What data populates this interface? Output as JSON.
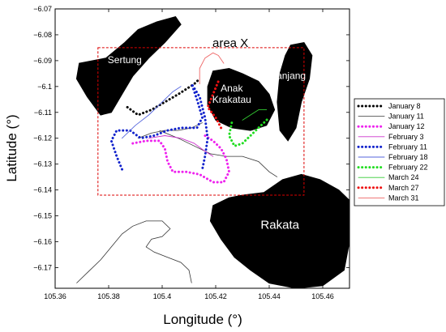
{
  "chart_data": {
    "type": "line",
    "xlabel": "Longitude (°)",
    "ylabel": "Latitude (°)",
    "xlim": [
      105.36,
      105.47
    ],
    "ylim": [
      -6.178,
      -6.07
    ],
    "x_ticks": [
      "105.36",
      "105.38",
      "105.4",
      "105.42",
      "105.44",
      "105.46"
    ],
    "y_ticks": [
      "−6.07",
      "−6.08",
      "−6.09",
      "−6.1",
      "−6.11",
      "−6.12",
      "−6.13",
      "−6.14",
      "−6.15",
      "−6.16",
      "−6.17"
    ],
    "x_tick_values": [
      105.36,
      105.38,
      105.4,
      105.42,
      105.44,
      105.46
    ],
    "y_tick_values": [
      -6.07,
      -6.08,
      -6.09,
      -6.1,
      -6.11,
      -6.12,
      -6.13,
      -6.14,
      -6.15,
      -6.16,
      -6.17
    ],
    "area_label": "area X",
    "area_box": {
      "lon": [
        105.376,
        105.453
      ],
      "lat": [
        -6.142,
        -6.085
      ]
    },
    "islands": [
      {
        "name": "Sertung",
        "points": [
          [
            105.369,
            -6.091
          ],
          [
            105.379,
            -6.089
          ],
          [
            105.386,
            -6.083
          ],
          [
            105.391,
            -6.078
          ],
          [
            105.398,
            -6.075
          ],
          [
            105.405,
            -6.073
          ],
          [
            105.407,
            -6.076
          ],
          [
            105.401,
            -6.083
          ],
          [
            105.395,
            -6.089
          ],
          [
            105.389,
            -6.096
          ],
          [
            105.385,
            -6.103
          ],
          [
            105.381,
            -6.11
          ],
          [
            105.377,
            -6.111
          ],
          [
            105.372,
            -6.104
          ],
          [
            105.368,
            -6.097
          ]
        ]
      },
      {
        "name": "Anak Krakatau",
        "points": [
          [
            105.419,
            -6.094
          ],
          [
            105.425,
            -6.093
          ],
          [
            105.43,
            -6.095
          ],
          [
            105.436,
            -6.098
          ],
          [
            105.44,
            -6.103
          ],
          [
            105.442,
            -6.109
          ],
          [
            105.439,
            -6.115
          ],
          [
            105.433,
            -6.117
          ],
          [
            105.426,
            -6.116
          ],
          [
            105.42,
            -6.113
          ],
          [
            105.417,
            -6.107
          ],
          [
            105.417,
            -6.1
          ]
        ]
      },
      {
        "name": "Panjang",
        "points": [
          [
            105.448,
            -6.084
          ],
          [
            105.453,
            -6.083
          ],
          [
            105.456,
            -6.088
          ],
          [
            105.455,
            -6.097
          ],
          [
            105.452,
            -6.106
          ],
          [
            105.45,
            -6.116
          ],
          [
            105.447,
            -6.121
          ],
          [
            105.444,
            -6.117
          ],
          [
            105.443,
            -6.106
          ],
          [
            105.444,
            -6.095
          ],
          [
            105.446,
            -6.088
          ]
        ]
      },
      {
        "name": "Rakata",
        "points": [
          [
            105.419,
            -6.146
          ],
          [
            105.425,
            -6.143
          ],
          [
            105.43,
            -6.142
          ],
          [
            105.438,
            -6.141
          ],
          [
            105.445,
            -6.136
          ],
          [
            105.452,
            -6.134
          ],
          [
            105.459,
            -6.136
          ],
          [
            105.466,
            -6.14
          ],
          [
            105.47,
            -6.144
          ],
          [
            105.47,
            -6.16
          ],
          [
            105.468,
            -6.171
          ],
          [
            105.46,
            -6.177
          ],
          [
            105.45,
            -6.178
          ],
          [
            105.44,
            -6.176
          ],
          [
            105.433,
            -6.171
          ],
          [
            105.427,
            -6.166
          ],
          [
            105.422,
            -6.159
          ],
          [
            105.418,
            -6.152
          ]
        ]
      }
    ],
    "coastlines": [
      [
        [
          105.368,
          -6.176
        ],
        [
          105.372,
          -6.172
        ],
        [
          105.377,
          -6.167
        ],
        [
          105.381,
          -6.162
        ],
        [
          105.385,
          -6.157
        ],
        [
          105.389,
          -6.154
        ],
        [
          105.394,
          -6.152
        ],
        [
          105.4,
          -6.152
        ],
        [
          105.403,
          -6.155
        ],
        [
          105.4,
          -6.158
        ],
        [
          105.396,
          -6.159
        ],
        [
          105.394,
          -6.162
        ],
        [
          105.397,
          -6.164
        ],
        [
          105.402,
          -6.166
        ],
        [
          105.407,
          -6.168
        ],
        [
          105.41,
          -6.171
        ],
        [
          105.411,
          -6.176
        ]
      ],
      [
        [
          105.399,
          -6.117
        ],
        [
          105.406,
          -6.12
        ],
        [
          105.412,
          -6.123
        ],
        [
          105.418,
          -6.126
        ],
        [
          105.424,
          -6.127
        ],
        [
          105.43,
          -6.127
        ],
        [
          105.436,
          -6.129
        ],
        [
          105.44,
          -6.133
        ],
        [
          105.443,
          -6.135
        ]
      ]
    ],
    "series": [
      {
        "name": "January  8",
        "color": "#000000",
        "style": "dotted",
        "points": [
          [
            105.387,
            -6.108
          ],
          [
            105.391,
            -6.111
          ],
          [
            105.396,
            -6.109
          ],
          [
            105.401,
            -6.106
          ],
          [
            105.406,
            -6.103
          ],
          [
            105.409,
            -6.101
          ],
          [
            105.412,
            -6.099
          ],
          [
            105.414,
            -6.097
          ]
        ]
      },
      {
        "name": "January 11",
        "color": "#555555",
        "style": "solid",
        "points": [
          [
            105.391,
            -6.12
          ],
          [
            105.396,
            -6.118
          ],
          [
            105.401,
            -6.117
          ],
          [
            105.406,
            -6.117
          ],
          [
            105.411,
            -6.116
          ],
          [
            105.415,
            -6.114
          ]
        ]
      },
      {
        "name": "January 12",
        "color": "#ee22ee",
        "style": "dotted",
        "points": [
          [
            105.389,
            -6.122
          ],
          [
            105.394,
            -6.121
          ],
          [
            105.399,
            -6.121
          ],
          [
            105.401,
            -6.124
          ],
          [
            105.402,
            -6.129
          ],
          [
            105.404,
            -6.133
          ],
          [
            105.409,
            -6.133
          ],
          [
            105.414,
            -6.134
          ],
          [
            105.419,
            -6.137
          ],
          [
            105.423,
            -6.137
          ],
          [
            105.425,
            -6.133
          ],
          [
            105.424,
            -6.128
          ],
          [
            105.422,
            -6.124
          ],
          [
            105.419,
            -6.121
          ],
          [
            105.416,
            -6.119
          ]
        ]
      },
      {
        "name": "February 3",
        "color": "#cc33cc",
        "style": "solid",
        "points": [
          [
            105.395,
            -6.12
          ],
          [
            105.401,
            -6.119
          ],
          [
            105.407,
            -6.12
          ],
          [
            105.412,
            -6.122
          ],
          [
            105.416,
            -6.125
          ],
          [
            105.419,
            -6.127
          ]
        ]
      },
      {
        "name": "February 11",
        "color": "#1122cc",
        "style": "dotted",
        "points": [
          [
            105.385,
            -6.132
          ],
          [
            105.383,
            -6.127
          ],
          [
            105.381,
            -6.121
          ],
          [
            105.383,
            -6.117
          ],
          [
            105.388,
            -6.117
          ],
          [
            105.392,
            -6.12
          ],
          [
            105.397,
            -6.119
          ],
          [
            105.402,
            -6.117
          ],
          [
            105.407,
            -6.116
          ],
          [
            105.413,
            -6.116
          ],
          [
            105.415,
            -6.112
          ],
          [
            105.413,
            -6.105
          ],
          [
            105.411,
            -6.099
          ],
          [
            105.414,
            -6.104
          ],
          [
            105.416,
            -6.112
          ],
          [
            105.417,
            -6.12
          ],
          [
            105.416,
            -6.127
          ],
          [
            105.415,
            -6.132
          ]
        ]
      },
      {
        "name": "February 18",
        "color": "#5566dd",
        "style": "solid",
        "points": [
          [
            105.385,
            -6.12
          ],
          [
            105.39,
            -6.115
          ],
          [
            105.395,
            -6.111
          ],
          [
            105.4,
            -6.106
          ],
          [
            105.404,
            -6.102
          ],
          [
            105.407,
            -6.1
          ]
        ]
      },
      {
        "name": "February 22",
        "color": "#22dd22",
        "style": "dotted",
        "points": [
          [
            105.426,
            -6.114
          ],
          [
            105.425,
            -6.119
          ],
          [
            105.427,
            -6.123
          ],
          [
            105.43,
            -6.122
          ],
          [
            105.433,
            -6.119
          ],
          [
            105.436,
            -6.116
          ],
          [
            105.438,
            -6.114
          ],
          [
            105.44,
            -6.112
          ]
        ]
      },
      {
        "name": "March 24",
        "color": "#33cc33",
        "style": "solid",
        "points": [
          [
            105.43,
            -6.113
          ],
          [
            105.433,
            -6.111
          ],
          [
            105.436,
            -6.109
          ],
          [
            105.439,
            -6.109
          ]
        ]
      },
      {
        "name": "March 27",
        "color": "#ee1111",
        "style": "dotted",
        "points": [
          [
            105.422,
            -6.116
          ],
          [
            105.42,
            -6.112
          ],
          [
            105.417,
            -6.108
          ],
          [
            105.419,
            -6.103
          ],
          [
            105.421,
            -6.098
          ]
        ]
      },
      {
        "name": "March 31",
        "color": "#ee6666",
        "style": "solid",
        "points": [
          [
            105.414,
            -6.099
          ],
          [
            105.414,
            -6.093
          ],
          [
            105.416,
            -6.089
          ],
          [
            105.419,
            -6.087
          ],
          [
            105.421,
            -6.088
          ],
          [
            105.423,
            -6.091
          ]
        ]
      }
    ],
    "grid": false,
    "legend_position": "right"
  }
}
